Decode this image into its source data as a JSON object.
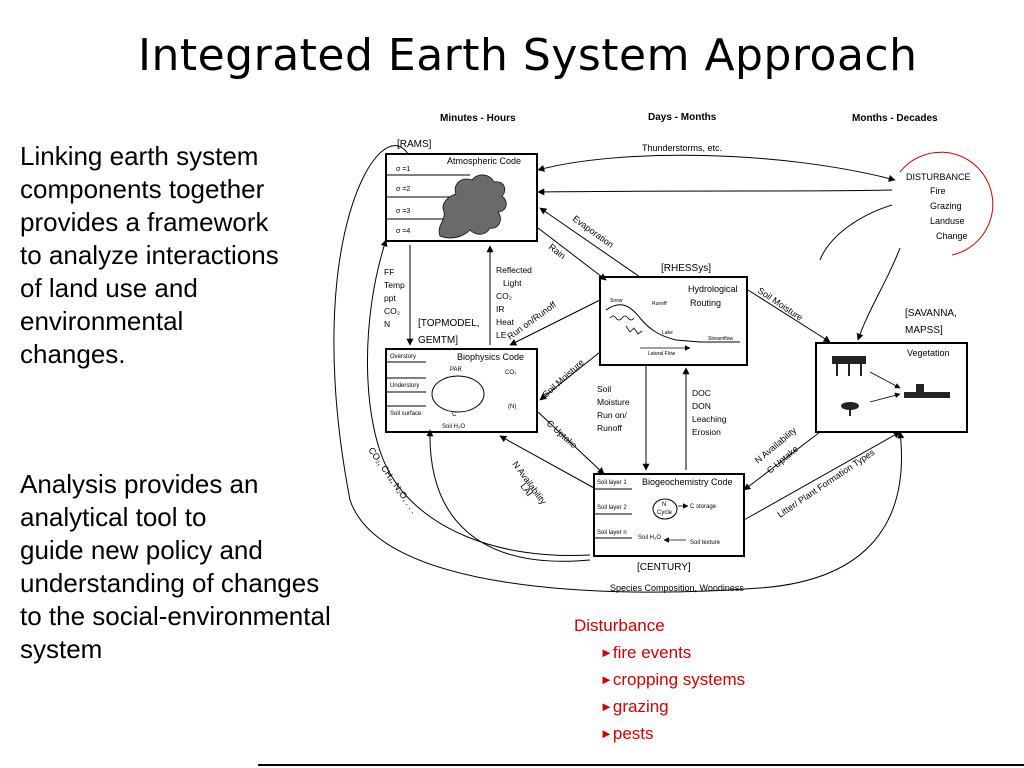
{
  "title": "Integrated Earth System Approach",
  "paragraph1": [
    "Linking earth system",
    "components together",
    "provides a framework",
    "to analyze interactions",
    "of land use and",
    "environmental",
    "changes."
  ],
  "paragraph2": [
    "Analysis provides an",
    "analytical tool to",
    "guide new policy and",
    "understanding of changes",
    "to the social-environmental",
    "system"
  ],
  "time_scales": {
    "short": "Minutes - Hours",
    "mid": "Days - Months",
    "long": "Months - Decades"
  },
  "models": {
    "rams": {
      "tag": "[RAMS]",
      "name": "Atmospheric Code",
      "sigmas": [
        "σ =1",
        "σ =2",
        "σ =3",
        "σ =4"
      ]
    },
    "topmodel": {
      "tag1": "[TOPMODEL,",
      "tag2": "GEMTM]",
      "name": "Biophysics Code",
      "labels": [
        "Overstory",
        "Understory",
        "Soil surface",
        "PAR",
        "CO₂",
        "(N)",
        "C",
        "Soil H₂O"
      ]
    },
    "rhessys": {
      "tag": "[RHESSys]",
      "name1": "Hydrological",
      "name2": "Routing",
      "labels": [
        "Snow",
        "Runoff",
        "Lake",
        "Lateral Flow",
        "Streamflow"
      ]
    },
    "savanna": {
      "tag1": "[SAVANNA,",
      "tag2": "MAPSS]",
      "name": "Vegetation"
    },
    "century": {
      "tag": "[CENTURY]",
      "name": "Biogeochemistry Code",
      "labels": [
        "Soil layer 1",
        "Soil layer 2",
        "Soil layer n",
        "N",
        "Cycle",
        "C storage",
        "Soil H₂O",
        "Soil texture"
      ]
    }
  },
  "disturbance_box": {
    "title": "DISTURBANCE",
    "items": [
      "Fire",
      "Grazing",
      "Landuse",
      "Change"
    ]
  },
  "flows": {
    "thunderstorms": "Thunderstorms, etc.",
    "evaporation": "Evaporation",
    "rain": "Rain",
    "run_on_runoff": "Run on/Runoff",
    "soil_moisture_veg": "Soil Moisture",
    "soil_moisture_bio": "Soil Moisture",
    "c_uptake": "C Uptake",
    "n_avail_lai": [
      "N Availability",
      "LAI"
    ],
    "n_avail_c_uptake": [
      "N Availability",
      "C Uptake"
    ],
    "litter": "Litter/ Plant Formation Types",
    "gases": "CO₂, CH₄, N₂O, . . .",
    "species": "Species Composition, Woodiness",
    "atm_list": [
      "FF",
      "Temp",
      "ppt",
      "CO₂",
      "N"
    ],
    "reflected_list": [
      "Reflected",
      "Light",
      "CO₂",
      "IR",
      "Heat",
      "LE"
    ],
    "soil_list": [
      "Soil",
      "Moisture",
      "Run on/",
      "Runoff"
    ],
    "doc_list": [
      "DOC",
      "DON",
      "Leaching",
      "Erosion"
    ]
  },
  "legend": {
    "title": "Disturbance",
    "arrow": "►",
    "items": [
      "fire events",
      "cropping systems",
      "grazing",
      "pests"
    ]
  },
  "colors": {
    "accent": "#cc0000",
    "line": "#000000"
  }
}
